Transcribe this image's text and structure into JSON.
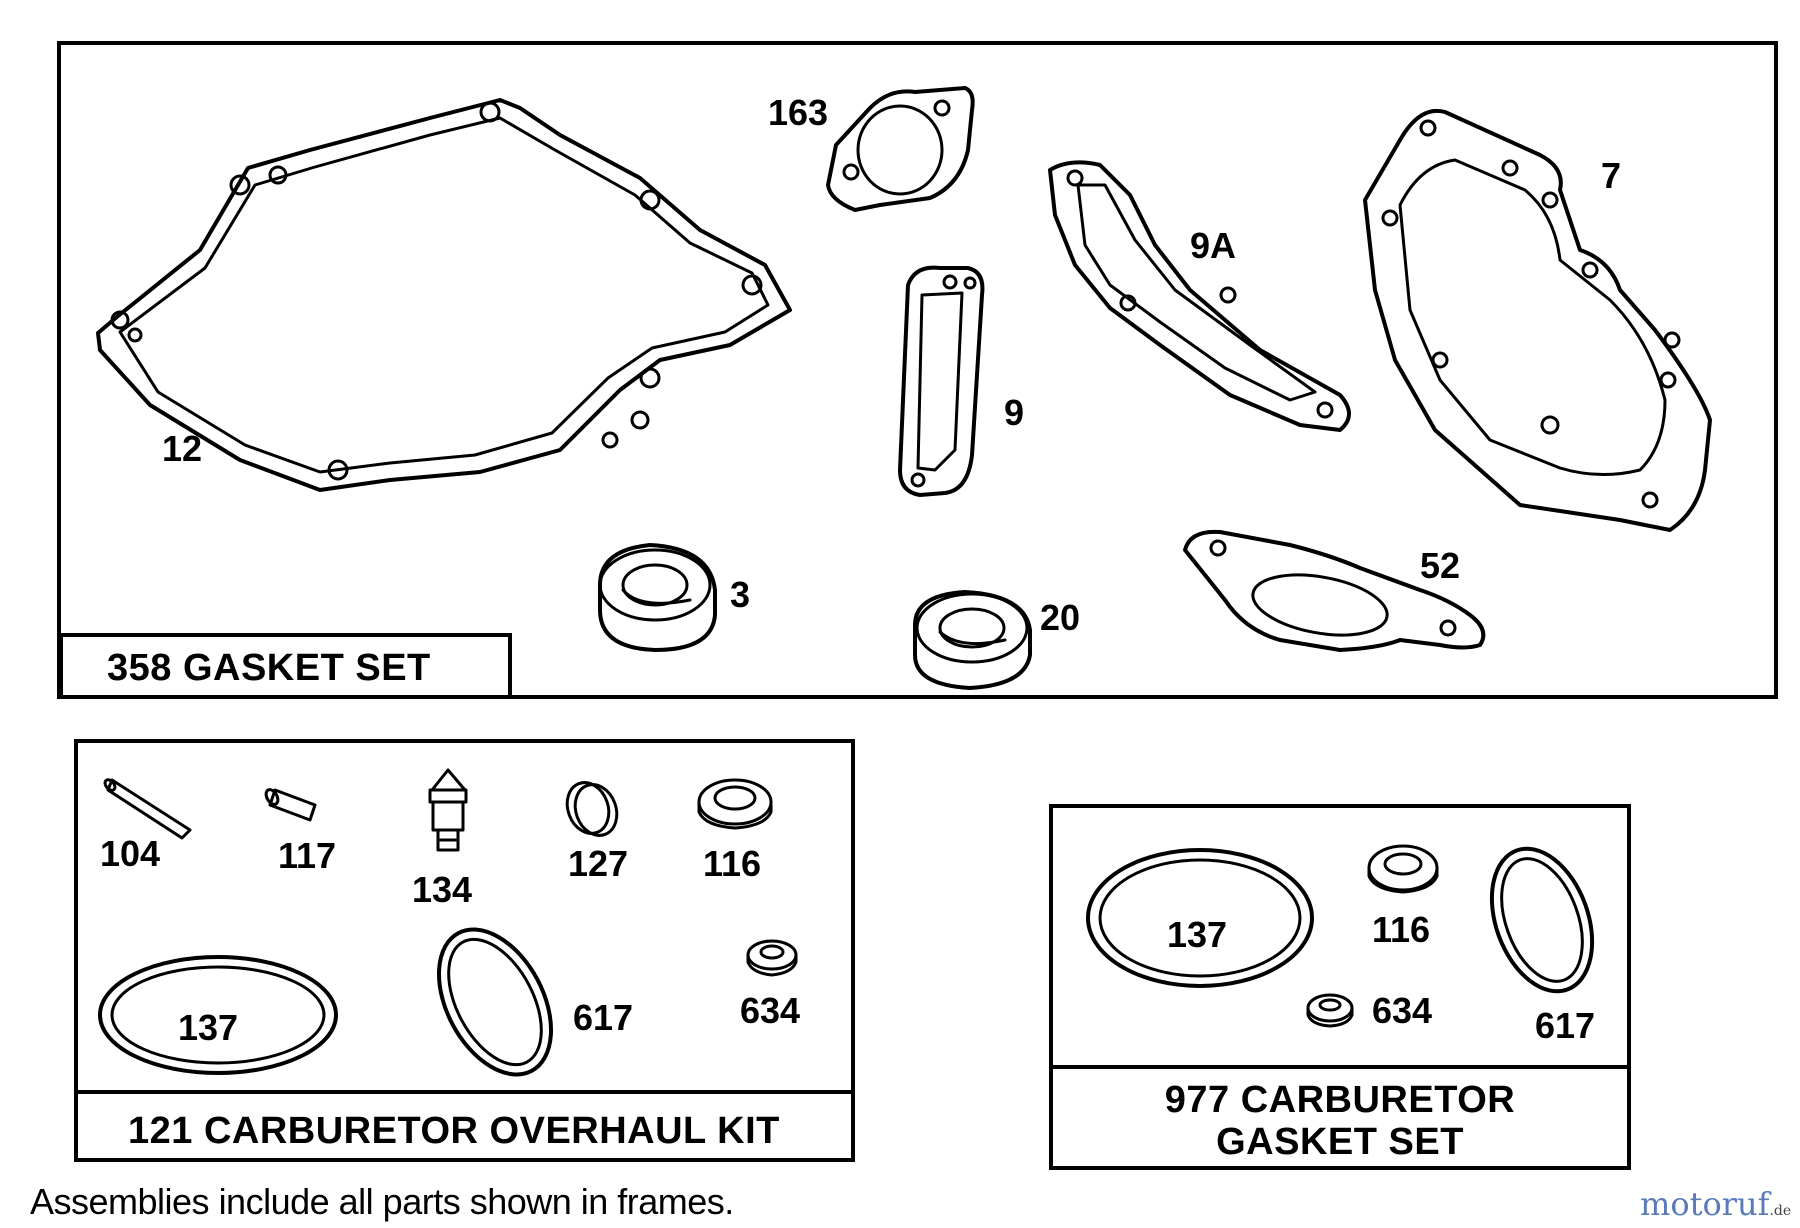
{
  "gasket_set": {
    "title": "358 GASKET SET",
    "labels": {
      "p12": "12",
      "p163": "163",
      "p9a": "9A",
      "p9": "9",
      "p7": "7",
      "p3": "3",
      "p20": "20",
      "p52": "52"
    }
  },
  "overhaul_kit": {
    "title": "121 CARBURETOR OVERHAUL KIT",
    "labels": {
      "p104": "104",
      "p117": "117",
      "p134": "134",
      "p127": "127",
      "p116": "116",
      "p137": "137",
      "p617": "617",
      "p634": "634"
    }
  },
  "carb_gasket_set": {
    "title_line1": "977 CARBURETOR",
    "title_line2": "GASKET SET",
    "labels": {
      "p137": "137",
      "p116": "116",
      "p634": "634",
      "p617": "617"
    }
  },
  "footnote": "Assemblies include all parts shown in frames.",
  "watermark": {
    "brand": "motoruf",
    "tld": ".de"
  },
  "colors": {
    "line": "#000000",
    "background": "#ffffff"
  }
}
